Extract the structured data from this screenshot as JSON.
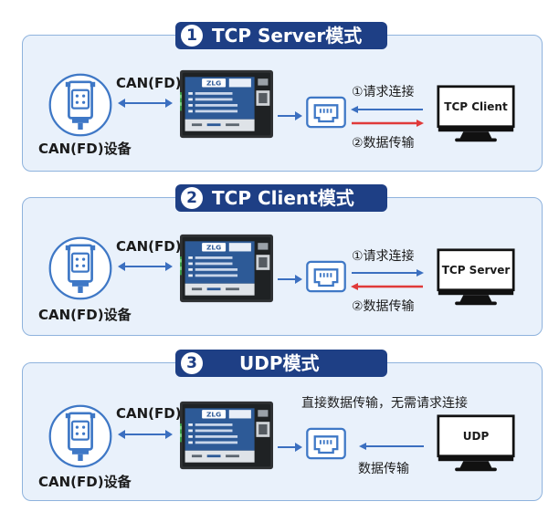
{
  "modes": [
    {
      "number": "1",
      "title": "TCP Server模式",
      "can_label": "CAN(FD)",
      "device_label": "CAN(FD)设备",
      "step1": "①请求连接",
      "step2": "②数据传输",
      "monitor_label": "TCP Client"
    },
    {
      "number": "2",
      "title": "TCP Client模式",
      "can_label": "CAN(FD)",
      "device_label": "CAN(FD)设备",
      "step1": "①请求连接",
      "step2": "②数据传输",
      "monitor_label": "TCP Server"
    },
    {
      "number": "3",
      "title": "UDP模式",
      "can_label": "CAN(FD)",
      "device_label": "CAN(FD)设备",
      "note": "直接数据传输，无需请求连接",
      "step2": "数据传输",
      "monitor_label": "UDP"
    }
  ],
  "gateway": {
    "brand": "ZLG"
  },
  "colors": {
    "panel_bg": "#e9f1fb",
    "panel_border": "#8fb3dd",
    "title_bg": "#1e3f85",
    "arrow_blue": "#3b6fc0",
    "arrow_red": "#e03a3a",
    "icon_blue": "#3f78c6"
  }
}
